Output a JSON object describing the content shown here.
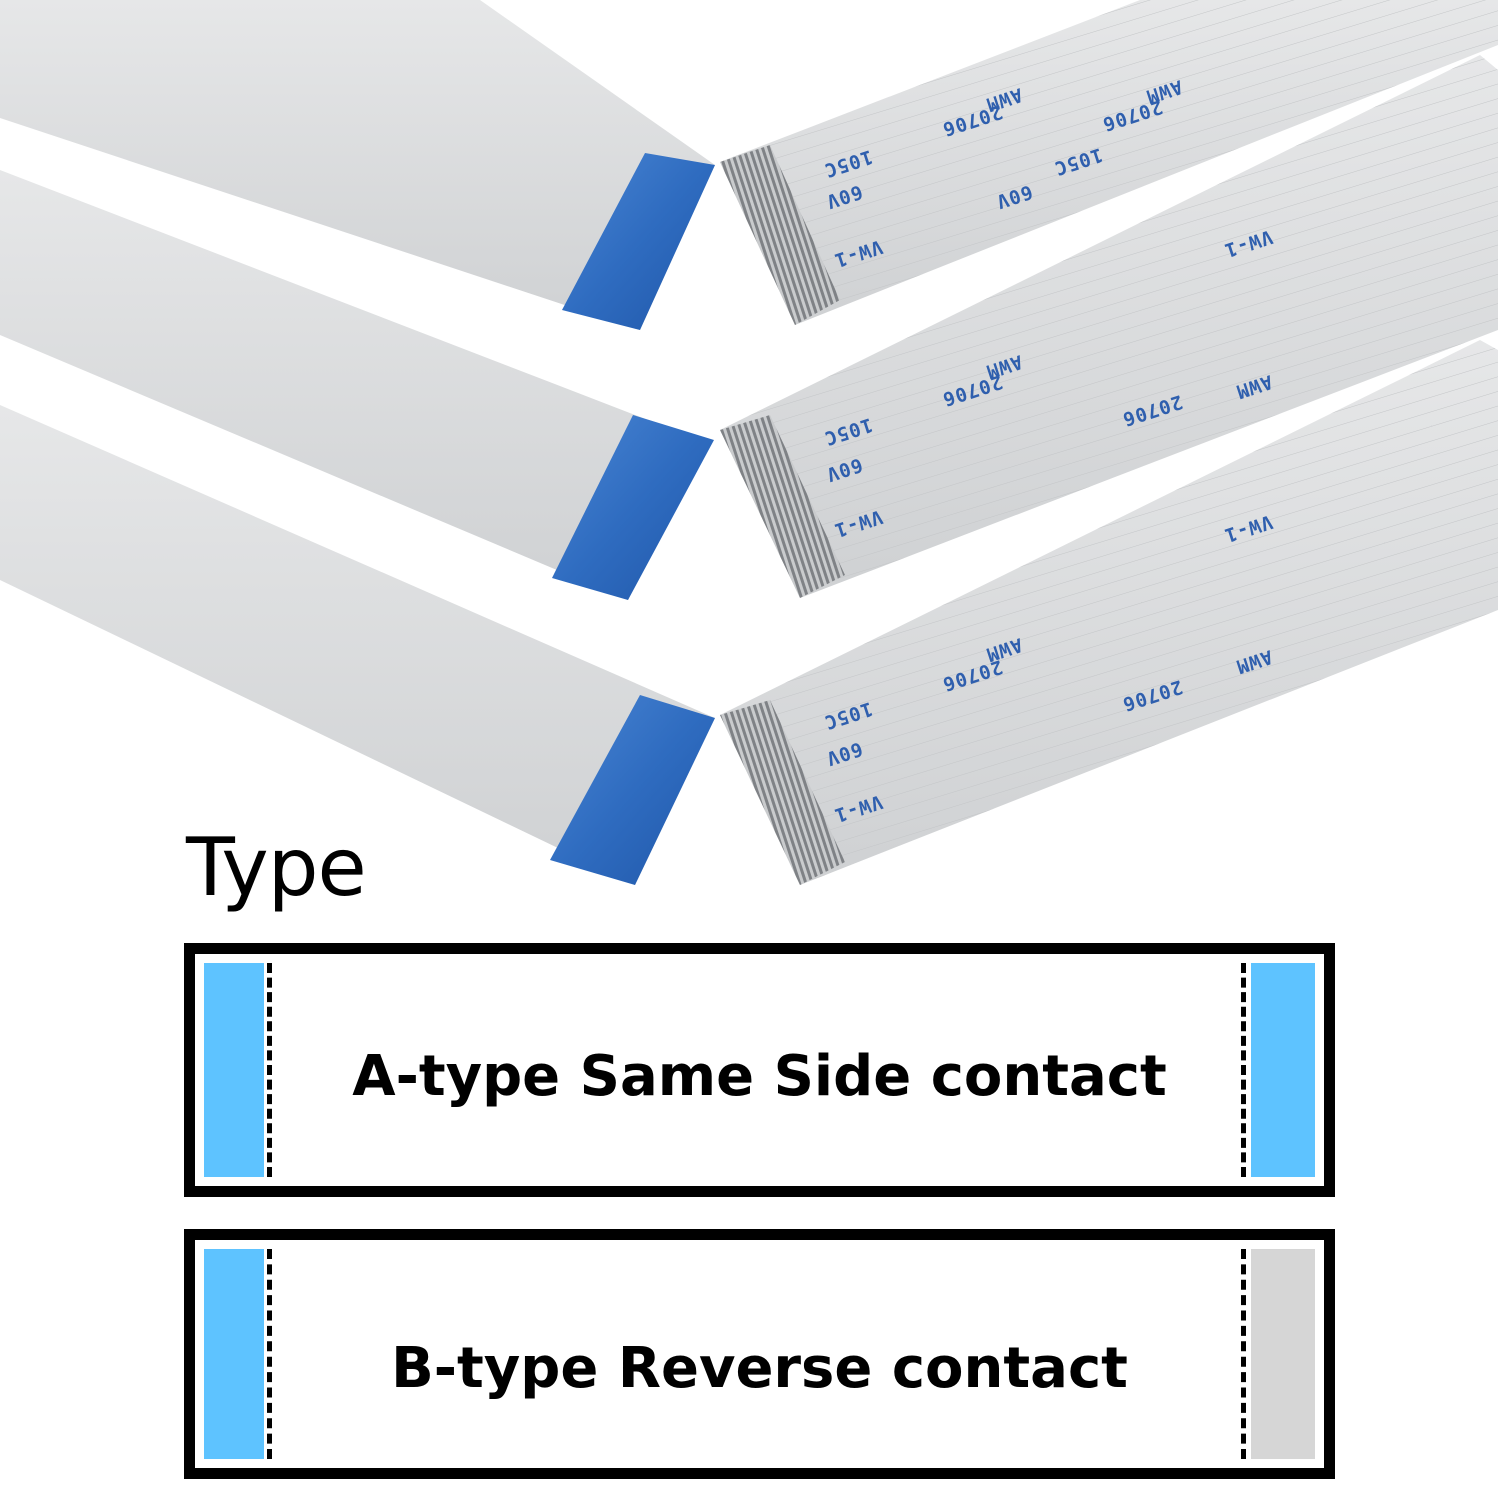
{
  "cable_print": {
    "line1": "AWM",
    "line2": "20706",
    "line3": "105C",
    "line4": "60V",
    "line5": "VW-1"
  },
  "heading": "Type",
  "types": [
    {
      "label": "A-type Same Side contact",
      "left_color": "#5ec3ff",
      "right_color": "#5ec3ff"
    },
    {
      "label": "B-type Reverse contact",
      "left_color": "#5ec3ff",
      "right_color": "#d6d6d6"
    }
  ],
  "colors": {
    "cable": "#d9dbdc",
    "stiffener": "#2f6cc0",
    "conductor": "#8a8d90",
    "print": "#2f5fae"
  }
}
